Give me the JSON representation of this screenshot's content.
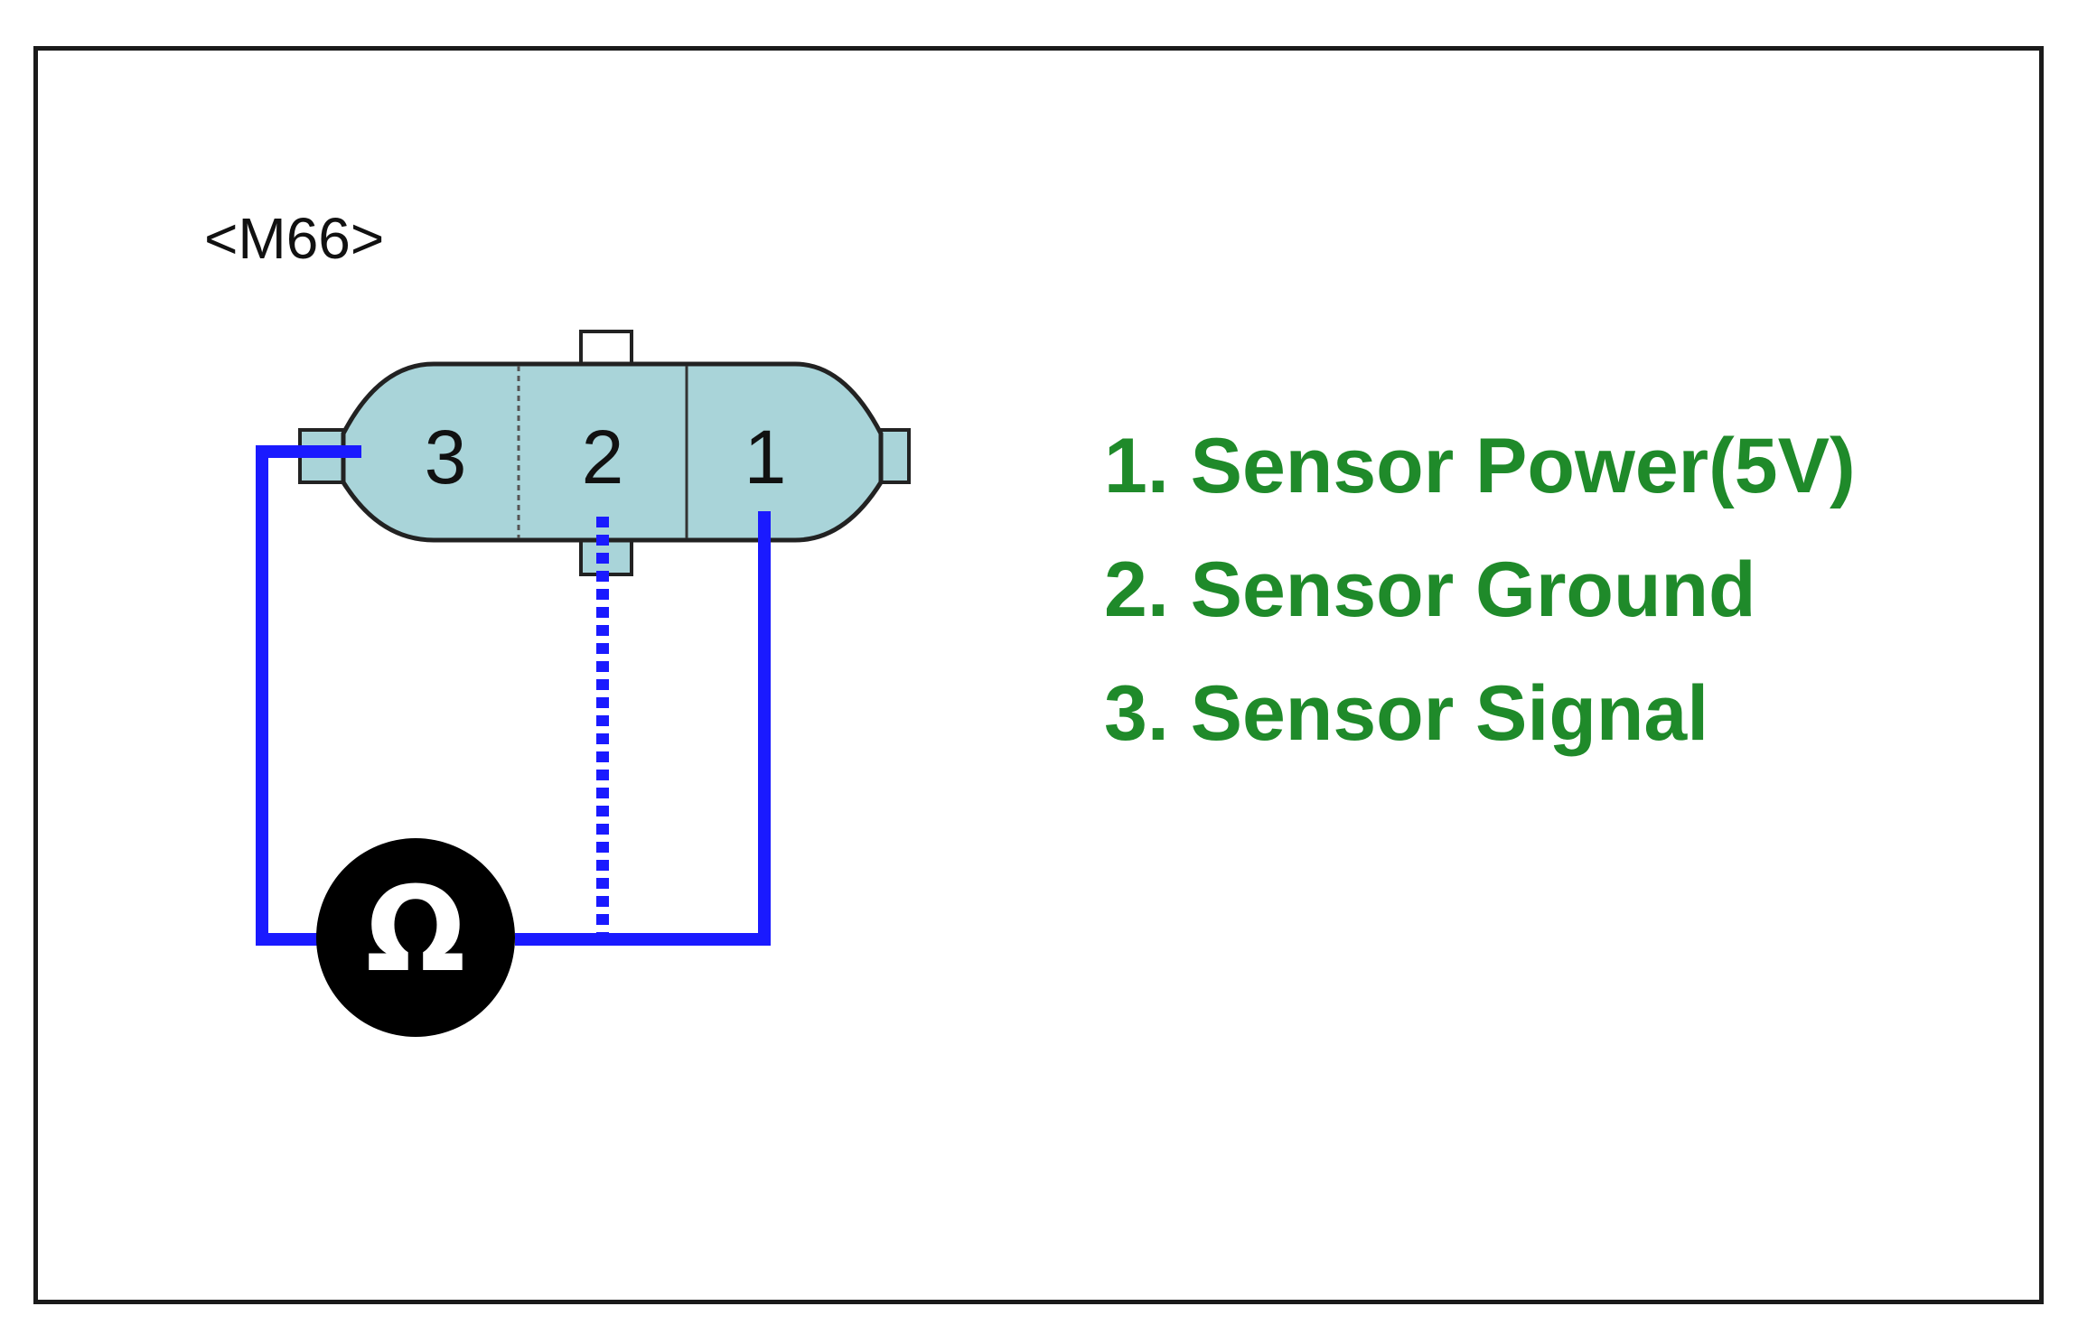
{
  "connector": {
    "name": "<M66>",
    "pins": [
      {
        "number": "3"
      },
      {
        "number": "2"
      },
      {
        "number": "1"
      }
    ]
  },
  "meter": {
    "symbol": "Ω",
    "icon": "ohmmeter-icon"
  },
  "legend": [
    {
      "text": "1. Sensor Power(5V)"
    },
    {
      "text": "2. Sensor Ground"
    },
    {
      "text": "3. Sensor Signal"
    }
  ],
  "colors": {
    "wire": "#1a1aff",
    "legend_text": "#1f8a2a",
    "connector_fill": "#a9d4d9",
    "meter_fill": "#000000"
  }
}
